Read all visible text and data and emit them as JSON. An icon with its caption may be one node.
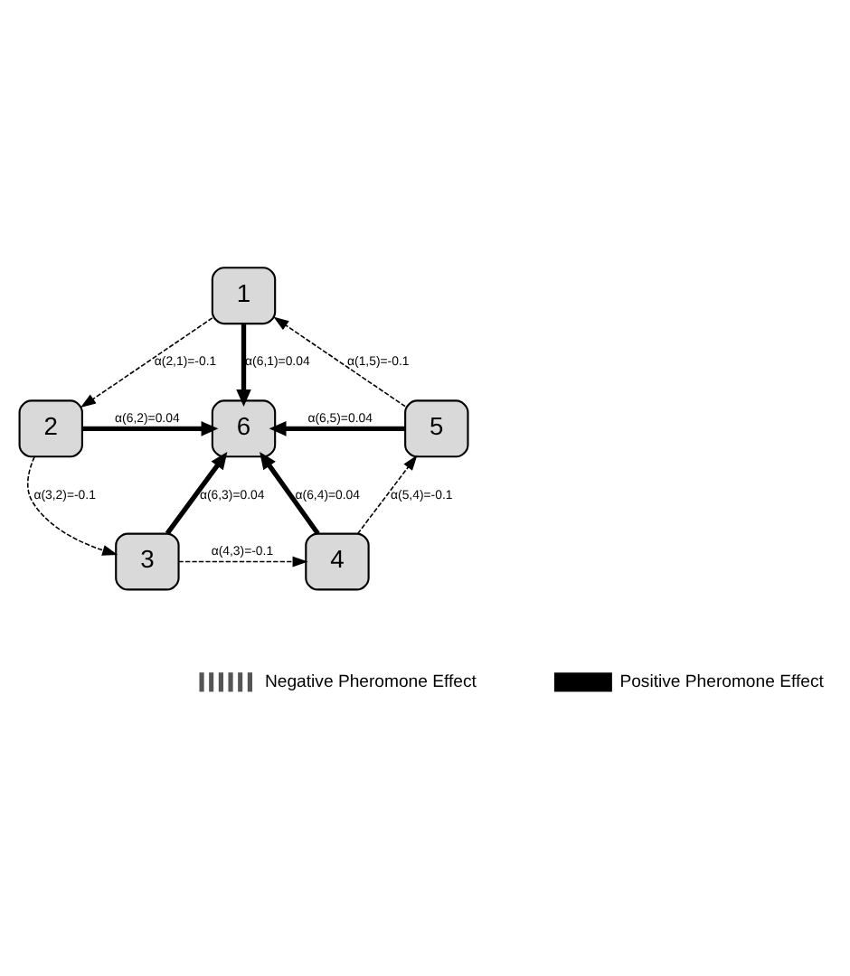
{
  "diagram": {
    "nodes": [
      {
        "text": [
          "1"
        ]
      },
      {
        "text": [
          "2"
        ]
      },
      {
        "text": [
          "6"
        ]
      },
      {
        "text": [
          "5"
        ]
      },
      {
        "text": [
          "3"
        ]
      },
      {
        "text": [
          "4"
        ]
      }
    ],
    "edges": [
      {
        "from": 0,
        "to": 1,
        "arrow": "to",
        "label": "α(2,1)=-0.1",
        "style": "dashed"
      },
      {
        "from": 3,
        "to": 0,
        "arrow": "to",
        "label": "α(1,5)=-0.1",
        "style": "dashed"
      },
      {
        "from": 0,
        "to": 2,
        "arrow": "to",
        "label": "α(6,1)=0.04",
        "style": "thick"
      },
      {
        "from": 1,
        "to": 2,
        "arrow": "to",
        "label": "α(6,2)=0.04",
        "style": "thick"
      },
      {
        "from": 3,
        "to": 2,
        "arrow": "to",
        "label": "α(6,5)=0.04",
        "style": "thick"
      },
      {
        "from": 1,
        "to": 4,
        "arrow": "to",
        "label": "α(3,2)=-0.1",
        "style": "dashed"
      },
      {
        "from": 5,
        "to": 3,
        "arrow": "to",
        "label": "α(5,4)=-0.1",
        "style": "dashed"
      },
      {
        "from": 4,
        "to": 2,
        "arrow": "to",
        "label": "α(6,3)=0.04",
        "style": "thick"
      },
      {
        "from": 5,
        "to": 2,
        "arrow": "to",
        "label": "α(6,4)=0.04",
        "style": "thick"
      },
      {
        "from": 4,
        "to": 5,
        "arrow": "to",
        "label": "α(4,3)=-0.1",
        "style": "dashed"
      }
    ],
    "legend": [
      {
        "text": "Negative Pheromone Effect"
      },
      {
        "text": "Positive Pheromone Effect"
      }
    ]
  }
}
